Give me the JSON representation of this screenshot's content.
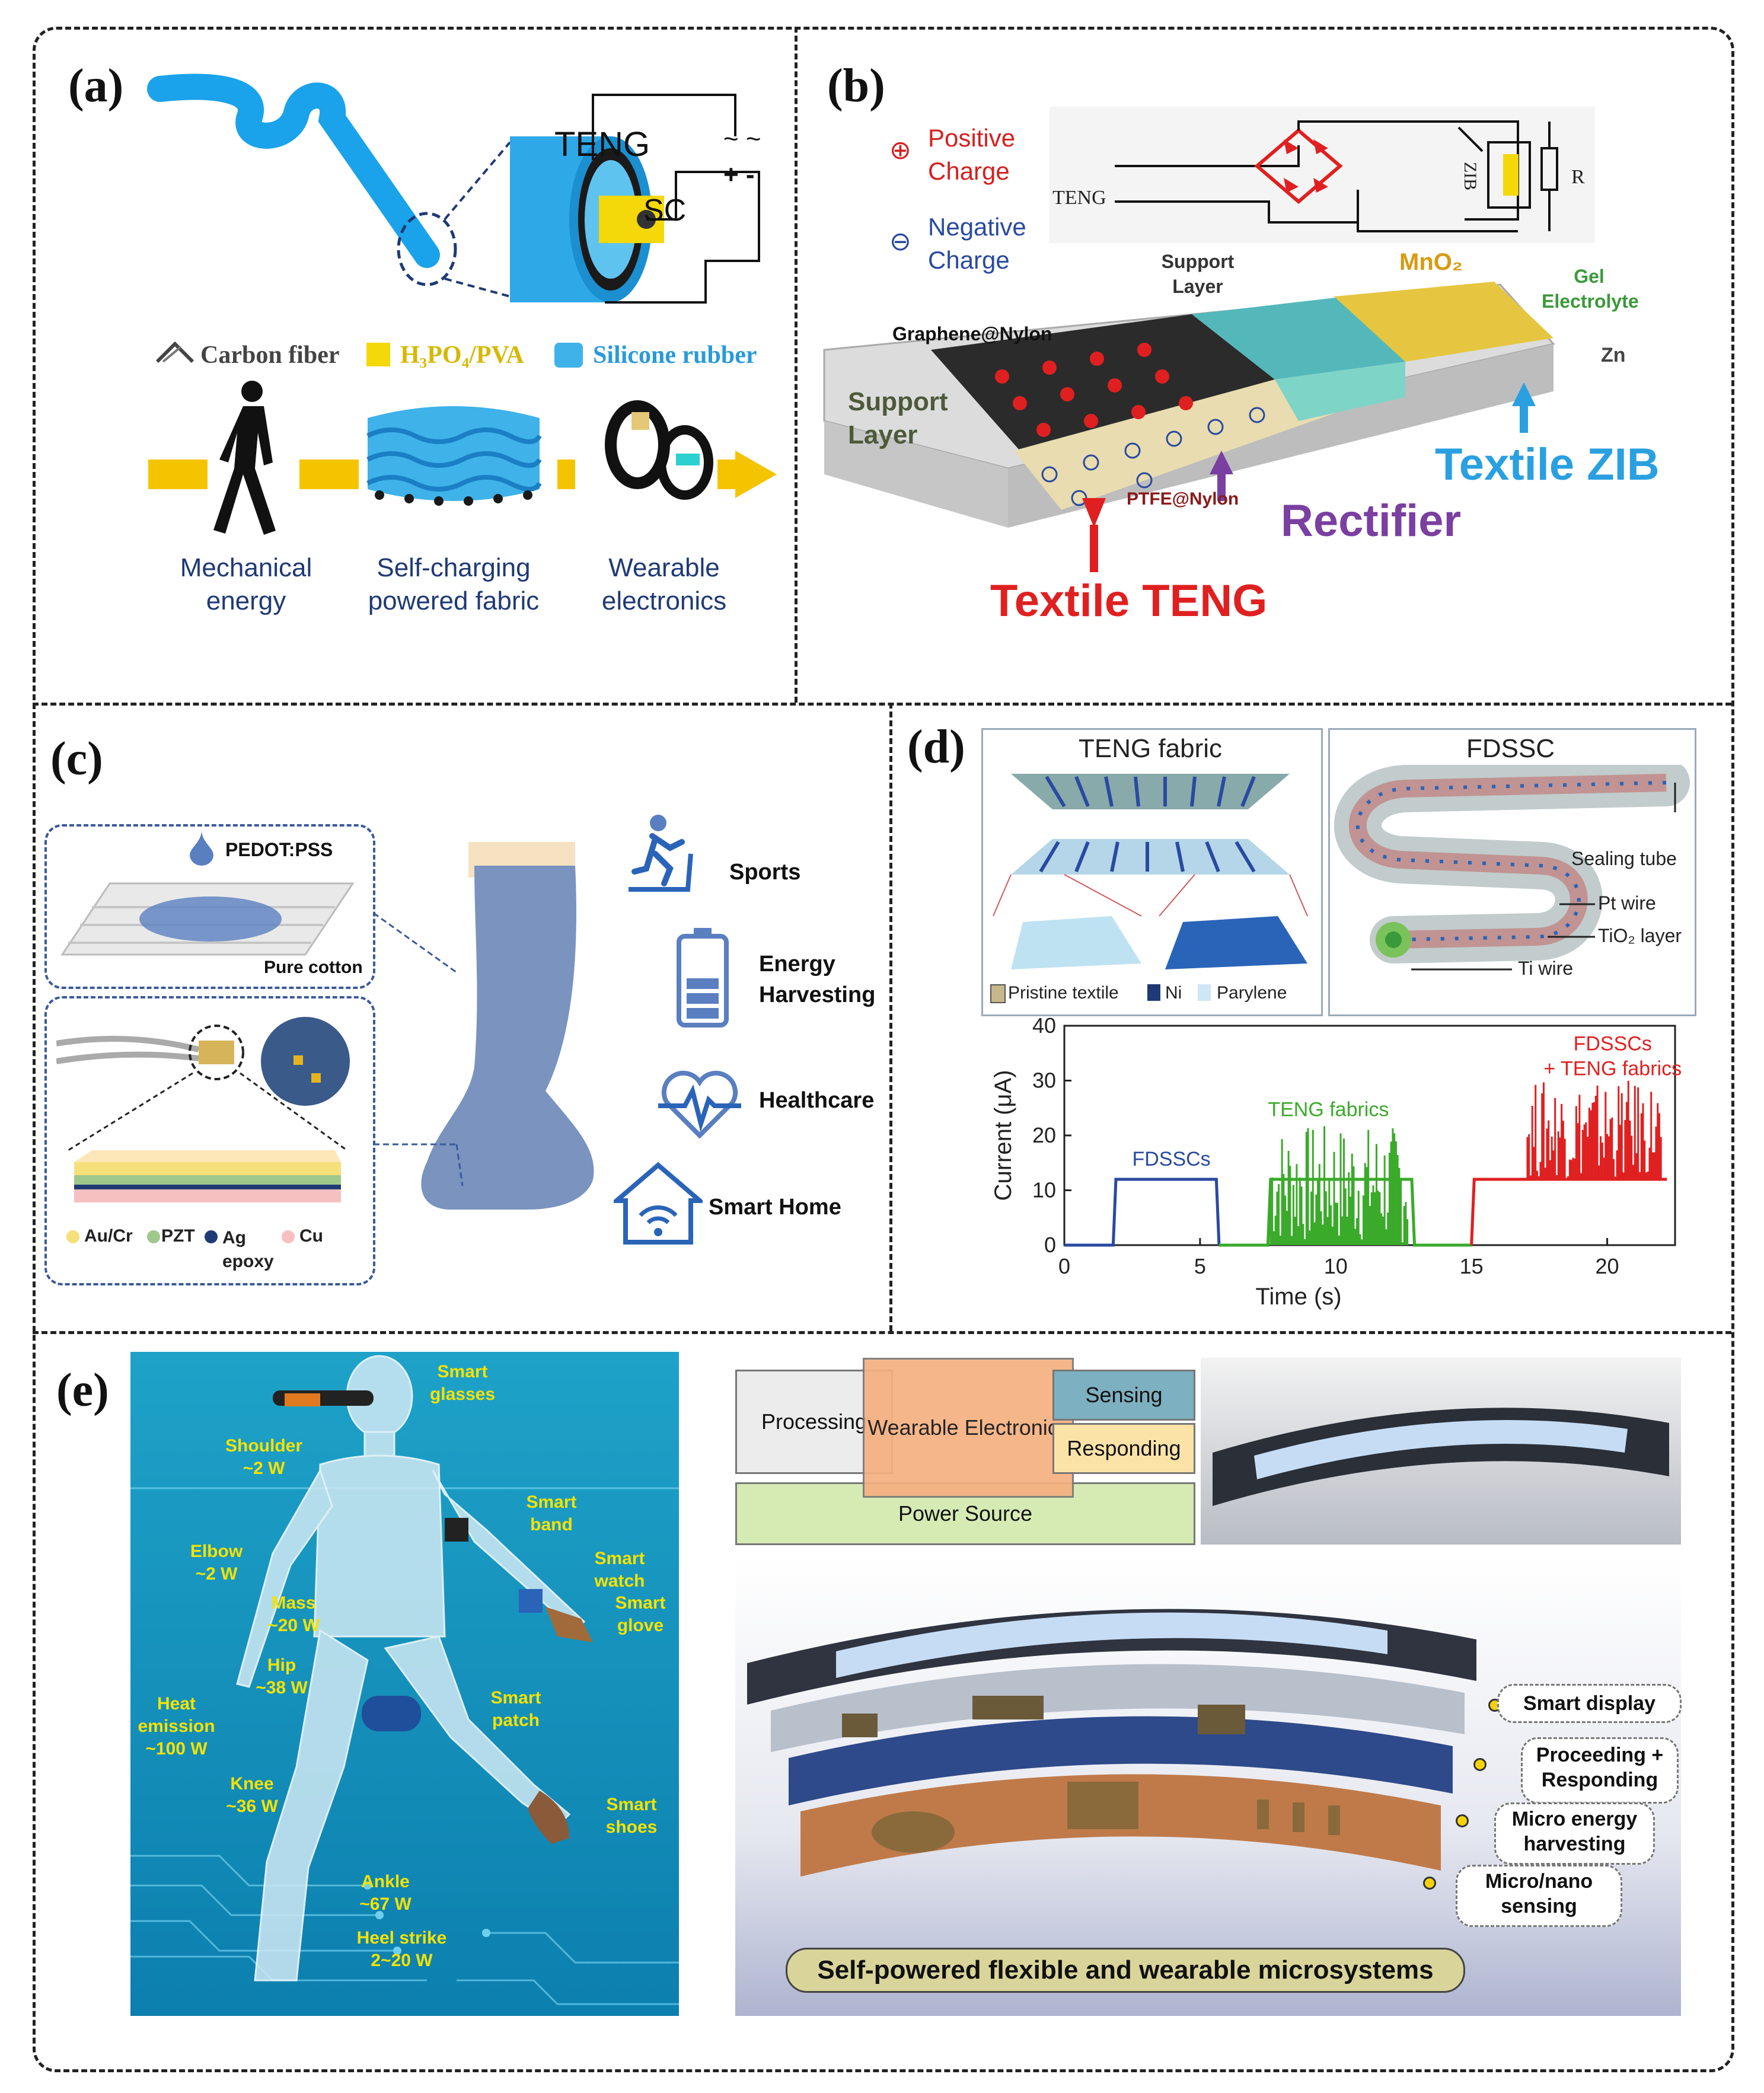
{
  "panels": {
    "a": {
      "label": "(a)",
      "teng": "TENG",
      "sc": "SC",
      "signs": [
        "~ ~",
        "+ -"
      ],
      "legend": [
        "Carbon fiber",
        "H₃PO₄/PVA",
        "Silicone rubber"
      ],
      "flow": [
        "Mechanical energy",
        "Self-charging powered fabric",
        "Wearable electronics"
      ]
    },
    "b": {
      "label": "(b)",
      "pos_charge": "Positive Charge",
      "neg_charge": "Negative Charge",
      "circuit": [
        "TENG",
        "ZIB",
        "R"
      ],
      "labels": {
        "support_top": "Support Layer",
        "mno2": "MnO₂",
        "gel": "Gel Electrolyte",
        "graphene": "Graphene@Nylon",
        "zn": "Zn",
        "support_left": "Support Layer",
        "ptfe": "PTFE@Nylon",
        "rectifier": "Rectifier",
        "textile_zib": "Textile ZIB",
        "textile_teng": "Textile TENG"
      }
    },
    "c": {
      "label": "(c)",
      "pedot": "PEDOT:PSS",
      "cotton": "Pure cotton",
      "legend": [
        "Au/Cr",
        "PZT",
        "Ag epoxy",
        "Cu"
      ],
      "apps": [
        "Sports",
        "Energy Harvesting",
        "Healthcare",
        "Smart Home"
      ]
    },
    "d": {
      "label": "(d)",
      "teng_fabric": "TENG fabric",
      "fdssc": "FDSSC",
      "teng_legend": [
        "Pristine textile",
        "Ni",
        "Parylene"
      ],
      "fdssc_labels": [
        "Sealing tube",
        "Pt wire",
        "TiO₂ layer",
        "Ti wire"
      ]
    },
    "e": {
      "label": "(e)",
      "body_labels": {
        "smart_glasses": "Smart glasses",
        "shoulder": "Shoulder ~2 W",
        "smart_band": "Smart band",
        "elbow": "Elbow ~2 W",
        "smart_watch": "Smart watch",
        "mass": "Mass ~20 W",
        "smart_glove": "Smart glove",
        "hip": "Hip ~38 W",
        "heat": "Heat emission ~100 W",
        "smart_patch": "Smart patch",
        "knee": "Knee ~36 W",
        "smart_shoes": "Smart shoes",
        "ankle": "Ankle ~67 W",
        "heel": "Heel strike 2~20 W"
      },
      "blocks": {
        "processing": "Processing",
        "wearable": "Wearable Electronics",
        "sensing": "Sensing",
        "responding": "Responding",
        "power": "Power Source"
      },
      "layers": [
        "Smart display",
        "Proceeding + Responding",
        "Micro energy harvesting",
        "Micro/nano sensing"
      ],
      "banner": "Self-powered flexible and wearable microsystems"
    }
  },
  "chart_data": {
    "type": "line",
    "xlabel": "Time (s)",
    "ylabel": "Current (μA)",
    "xlim": [
      0,
      22.5
    ],
    "ylim": [
      0,
      40
    ],
    "xticks": [
      0,
      5,
      10,
      15,
      20
    ],
    "yticks": [
      0,
      10,
      20,
      30,
      40
    ],
    "series": [
      {
        "name": "FDSSCs",
        "color": "#2a4aa0",
        "x": [
          0,
          1.8,
          1.9,
          5.6,
          5.7
        ],
        "y": [
          0,
          0,
          12,
          12,
          0
        ]
      },
      {
        "name": "TENG fabrics",
        "color": "#3aaa2a",
        "x": [
          5.7,
          7.5,
          7.6,
          12.8,
          12.9,
          15
        ],
        "y": [
          0,
          0,
          12,
          12,
          0,
          0
        ]
      },
      {
        "name": "FDSSCs + TENG fabrics",
        "color": "#e02020",
        "x": [
          15,
          15.1,
          22.2
        ],
        "y": [
          0,
          12,
          12
        ]
      }
    ],
    "spike_ranges": [
      {
        "series": 1,
        "from": 7.6,
        "to": 12.7,
        "base": 0,
        "peak_max": 22
      },
      {
        "series": 2,
        "from": 17.0,
        "to": 22.0,
        "base": 12,
        "peak_max": 30
      }
    ]
  }
}
